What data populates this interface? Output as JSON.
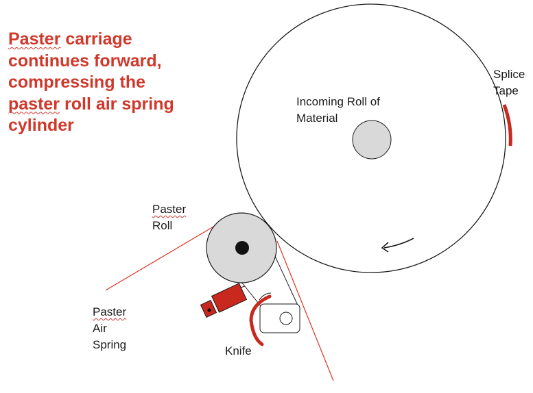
{
  "heading": {
    "lines": [
      "Paster carriage",
      "continues forward,",
      "compressing the",
      "paster roll air spring",
      "cylinder"
    ]
  },
  "labels": {
    "incoming_roll": [
      "Incoming Roll of",
      "Material"
    ],
    "splice_tape": [
      "Splice",
      "Tape"
    ],
    "paster_roll": [
      "Paster",
      "Roll"
    ],
    "paster_air_spring": [
      "Paster Air",
      "Spring"
    ],
    "knife": "Knife"
  },
  "colors": {
    "heading": "#d0382b",
    "red_part": "#c8281e",
    "roll_fill": "#d9d9d9",
    "line": "#1a1a1a",
    "guide_line": "#e03020"
  }
}
